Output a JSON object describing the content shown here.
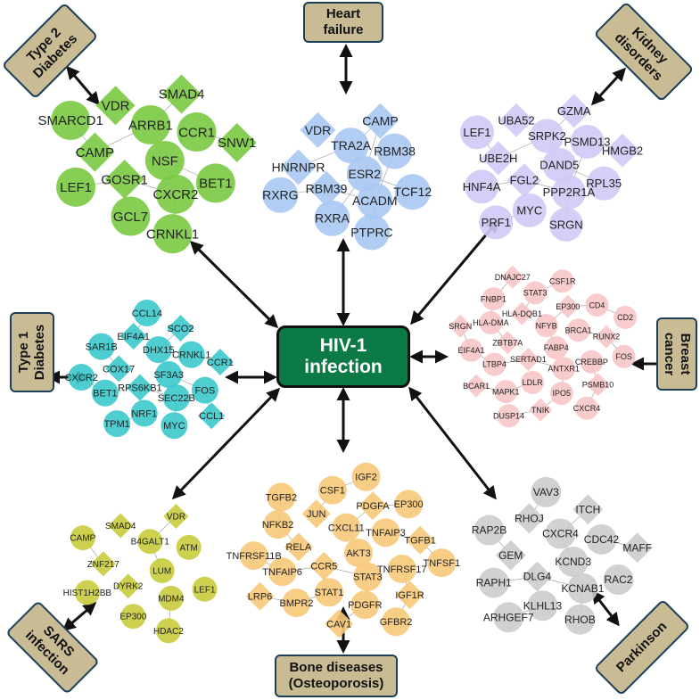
{
  "center": {
    "line1": "HIV-1",
    "line2": "infection"
  },
  "diseases": {
    "t2d": {
      "line1": "Type 2",
      "line2": "Diabetes"
    },
    "heart": {
      "line1": "Heart",
      "line2": "failure"
    },
    "kidney": {
      "line1": "Kidney",
      "line2": "disorders"
    },
    "t1d": {
      "line1": "Type 1",
      "line2": "Diabetes"
    },
    "breast": {
      "line1": "Breast",
      "line2": "cancer"
    },
    "sars": {
      "line1": "SARS",
      "line2": "infection"
    },
    "bone": {
      "line1": "Bone diseases",
      "line2": "(Osteoporosis)"
    },
    "parkinson": {
      "line1": "Parkinson",
      "line2": ""
    }
  },
  "colors": {
    "t2d": "#7ac943",
    "heart": "#a9c8f2",
    "kidney": "#cfcaf5",
    "t1d": "#3cc9cc",
    "breast": "#f7c6c6",
    "sars": "#c9cc3c",
    "bone": "#f7c97a",
    "parkinson": "#cccccc",
    "center": "#0c7a47",
    "tag": "#c9bc95"
  },
  "networks": {
    "t2d": [
      "NSF",
      "GOSR1",
      "ARRB1",
      "CXCR2",
      "CAMP",
      "CCR1",
      "GCL7",
      "VDR",
      "BET1",
      "LEF1",
      "SMAD4",
      "CRNKL1",
      "SMARCD1",
      "SNW1"
    ],
    "heart": [
      "ESR2",
      "RBM39",
      "TRA2A",
      "ACADM",
      "HNRNPR",
      "RBM38",
      "RXRA",
      "VDR",
      "TCF12",
      "RXRG",
      "CAMP",
      "PTPRC"
    ],
    "kidney": [
      "DAND5",
      "FGL2",
      "SRPK2",
      "PPP2R1A",
      "UBE2H",
      "PSMD13",
      "MYC",
      "UBA52",
      "RPL35",
      "HNF4A",
      "GZMA",
      "SRGN",
      "LEF1",
      "HMGB2",
      "PRF1"
    ],
    "t1d": [
      "SF3A3",
      "RPS6KB1",
      "DHX15",
      "SEC22B",
      "COX17",
      "CRNKL1",
      "NRF1",
      "EIF4A1",
      "FOS",
      "BET1",
      "SCO2",
      "MYC",
      "SAR1B",
      "CCR1",
      "TPM1",
      "CCL14",
      "CCL1",
      "CXCR2"
    ],
    "breast": [
      "FABP4",
      "SERTAD1",
      "NFYB",
      "ANTXR1",
      "ZBTB7A",
      "BRCA1",
      "LDLR",
      "HLA-DQB1",
      "CREBBP",
      "LTBP4",
      "EP300",
      "IPO5",
      "HLA-DMA",
      "RUNX2",
      "MAPK1",
      "STAT3",
      "PSMB10",
      "EIF4A1",
      "CD4",
      "TNIK",
      "FNBP1",
      "FOS",
      "BCAR1",
      "CSF1R",
      "CXCR4",
      "SRGN",
      "CD2",
      "DUSP14",
      "DNAJC27"
    ],
    "sars": [
      "LUM",
      "DYRK2",
      "B4GALT1",
      "MDM4",
      "ZNF217",
      "ATM",
      "EP300",
      "SMAD4",
      "LEF1",
      "HIST1H2BB",
      "VDR",
      "HDAC2",
      "CAMP"
    ],
    "bone": [
      "AKT3",
      "CCR5",
      "CXCL11",
      "STAT3",
      "RELA",
      "TNFAIP3",
      "STAT1",
      "JUN",
      "TNFRSF17",
      "TNFAIP6",
      "PDGFA",
      "PDGFR",
      "NFKB2",
      "TGFB1",
      "BMPR2",
      "CSF1",
      "IGF1R",
      "TNFRSF11B",
      "EP300",
      "CAV1",
      "TGFB2",
      "TNFSF1",
      "LRP6",
      "IGF2",
      "GFBR2"
    ],
    "parkinson": [
      "KCND3",
      "DLG4",
      "CXCR4",
      "KCNAB1",
      "GEM",
      "CDC42",
      "KLHL13",
      "RHOJ",
      "RAC2",
      "RAPH1",
      "ITCH",
      "RHOB",
      "RAP2B",
      "MAFF",
      "ARHGEF7",
      "VAV3"
    ]
  }
}
